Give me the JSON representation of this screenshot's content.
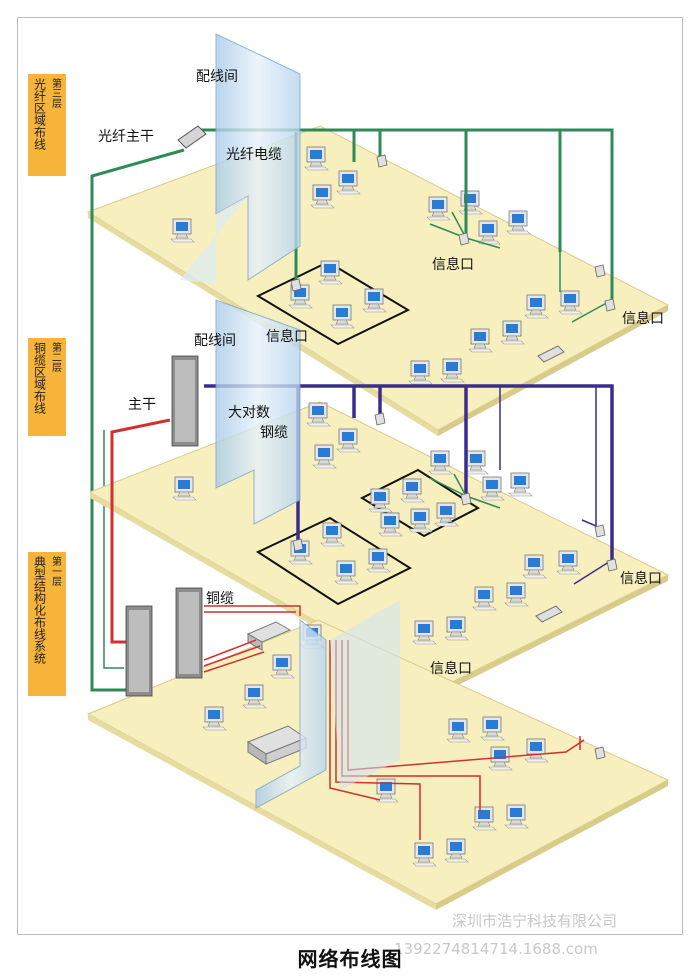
{
  "side_labels": [
    {
      "floor": "第三层",
      "zone": "光纤区域布线"
    },
    {
      "floor": "第二层",
      "zone": "铜缆区域布线"
    },
    {
      "floor": "第一层",
      "zone": "典型结构化布线系统"
    }
  ],
  "labels": {
    "wiring_room_top": "配线间",
    "fiber_trunk": "光纤主干",
    "fiber_cable": "光纤电缆",
    "info_outlet_3a": "信息口",
    "info_outlet_3b": "信息口",
    "info_outlet_3c": "信息口",
    "wiring_room_mid": "配线间",
    "trunk": "主干",
    "large_pair_1": "大对数",
    "large_pair_2": "钢缆",
    "info_outlet_2a": "信息口",
    "info_outlet_2b": "信息口",
    "copper_cable": "铜缆"
  },
  "watermark_line1": "深圳市浩宁科技有限公司",
  "watermark_line2": "1392274814714.1688.com",
  "caption": "网络布线图",
  "colors": {
    "floor": "#f7efbe",
    "floor_edge": "#d8cc8a",
    "fiber": "#2e8b57",
    "backbone": "#3a2d8f",
    "copper": "#d32f2f",
    "label_bg": "#f6b43a",
    "shaft": "#cfe3f4"
  }
}
